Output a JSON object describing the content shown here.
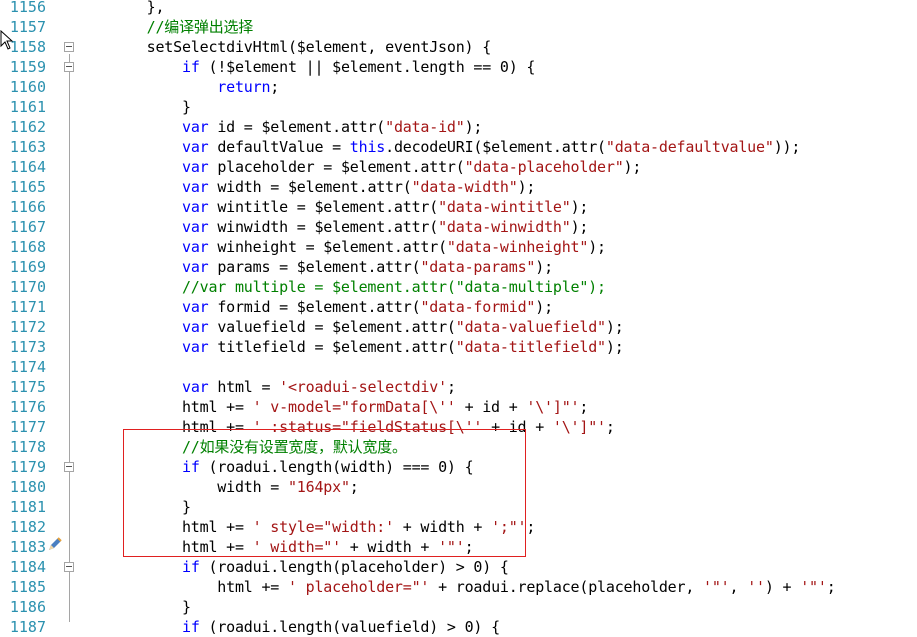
{
  "editor": {
    "first_line": 1156,
    "fold_lines": [
      1158,
      1159,
      1179,
      1184
    ],
    "highlight_lines": [
      1178,
      1179,
      1180,
      1181,
      1182,
      1183
    ],
    "edit_marker_line": 1183,
    "colors": {
      "keyword": "#0000ff",
      "string": "#a31515",
      "comment": "#008000",
      "line_number": "#2b91af",
      "highlight": "#e02020"
    },
    "lines": [
      {
        "number": "1156",
        "tokens": [
          {
            "t": "n",
            "v": "        },"
          }
        ]
      },
      {
        "number": "1157",
        "tokens": [
          {
            "t": "c",
            "v": "        //编译弹出选择"
          }
        ]
      },
      {
        "number": "1158",
        "tokens": [
          {
            "t": "n",
            "v": "        setSelectdivHtml($element, eventJson) {"
          }
        ]
      },
      {
        "number": "1159",
        "tokens": [
          {
            "t": "n",
            "v": "            "
          },
          {
            "t": "k",
            "v": "if"
          },
          {
            "t": "n",
            "v": " (!$element || $element.length == 0) {"
          }
        ]
      },
      {
        "number": "1160",
        "tokens": [
          {
            "t": "n",
            "v": "                "
          },
          {
            "t": "k",
            "v": "return"
          },
          {
            "t": "n",
            "v": ";"
          }
        ]
      },
      {
        "number": "1161",
        "tokens": [
          {
            "t": "n",
            "v": "            }"
          }
        ]
      },
      {
        "number": "1162",
        "tokens": [
          {
            "t": "n",
            "v": "            "
          },
          {
            "t": "k",
            "v": "var"
          },
          {
            "t": "n",
            "v": " id = $element.attr("
          },
          {
            "t": "s",
            "v": "\"data-id\""
          },
          {
            "t": "n",
            "v": ");"
          }
        ]
      },
      {
        "number": "1163",
        "tokens": [
          {
            "t": "n",
            "v": "            "
          },
          {
            "t": "k",
            "v": "var"
          },
          {
            "t": "n",
            "v": " defaultValue = "
          },
          {
            "t": "k",
            "v": "this"
          },
          {
            "t": "n",
            "v": ".decodeURI($element.attr("
          },
          {
            "t": "s",
            "v": "\"data-defaultvalue\""
          },
          {
            "t": "n",
            "v": "));"
          }
        ]
      },
      {
        "number": "1164",
        "tokens": [
          {
            "t": "n",
            "v": "            "
          },
          {
            "t": "k",
            "v": "var"
          },
          {
            "t": "n",
            "v": " placeholder = $element.attr("
          },
          {
            "t": "s",
            "v": "\"data-placeholder\""
          },
          {
            "t": "n",
            "v": ");"
          }
        ]
      },
      {
        "number": "1165",
        "tokens": [
          {
            "t": "n",
            "v": "            "
          },
          {
            "t": "k",
            "v": "var"
          },
          {
            "t": "n",
            "v": " width = $element.attr("
          },
          {
            "t": "s",
            "v": "\"data-width\""
          },
          {
            "t": "n",
            "v": ");"
          }
        ]
      },
      {
        "number": "1166",
        "tokens": [
          {
            "t": "n",
            "v": "            "
          },
          {
            "t": "k",
            "v": "var"
          },
          {
            "t": "n",
            "v": " wintitle = $element.attr("
          },
          {
            "t": "s",
            "v": "\"data-wintitle\""
          },
          {
            "t": "n",
            "v": ");"
          }
        ]
      },
      {
        "number": "1167",
        "tokens": [
          {
            "t": "n",
            "v": "            "
          },
          {
            "t": "k",
            "v": "var"
          },
          {
            "t": "n",
            "v": " winwidth = $element.attr("
          },
          {
            "t": "s",
            "v": "\"data-winwidth\""
          },
          {
            "t": "n",
            "v": ");"
          }
        ]
      },
      {
        "number": "1168",
        "tokens": [
          {
            "t": "n",
            "v": "            "
          },
          {
            "t": "k",
            "v": "var"
          },
          {
            "t": "n",
            "v": " winheight = $element.attr("
          },
          {
            "t": "s",
            "v": "\"data-winheight\""
          },
          {
            "t": "n",
            "v": ");"
          }
        ]
      },
      {
        "number": "1169",
        "tokens": [
          {
            "t": "n",
            "v": "            "
          },
          {
            "t": "k",
            "v": "var"
          },
          {
            "t": "n",
            "v": " params = $element.attr("
          },
          {
            "t": "s",
            "v": "\"data-params\""
          },
          {
            "t": "n",
            "v": ");"
          }
        ]
      },
      {
        "number": "1170",
        "tokens": [
          {
            "t": "c",
            "v": "            //var multiple = $element.attr(\"data-multiple\");"
          }
        ]
      },
      {
        "number": "1171",
        "tokens": [
          {
            "t": "n",
            "v": "            "
          },
          {
            "t": "k",
            "v": "var"
          },
          {
            "t": "n",
            "v": " formid = $element.attr("
          },
          {
            "t": "s",
            "v": "\"data-formid\""
          },
          {
            "t": "n",
            "v": ");"
          }
        ]
      },
      {
        "number": "1172",
        "tokens": [
          {
            "t": "n",
            "v": "            "
          },
          {
            "t": "k",
            "v": "var"
          },
          {
            "t": "n",
            "v": " valuefield = $element.attr("
          },
          {
            "t": "s",
            "v": "\"data-valuefield\""
          },
          {
            "t": "n",
            "v": ");"
          }
        ]
      },
      {
        "number": "1173",
        "tokens": [
          {
            "t": "n",
            "v": "            "
          },
          {
            "t": "k",
            "v": "var"
          },
          {
            "t": "n",
            "v": " titlefield = $element.attr("
          },
          {
            "t": "s",
            "v": "\"data-titlefield\""
          },
          {
            "t": "n",
            "v": ");"
          }
        ]
      },
      {
        "number": "1174",
        "tokens": []
      },
      {
        "number": "1175",
        "tokens": [
          {
            "t": "n",
            "v": "            "
          },
          {
            "t": "k",
            "v": "var"
          },
          {
            "t": "n",
            "v": " html = "
          },
          {
            "t": "s",
            "v": "'<roadui-selectdiv'"
          },
          {
            "t": "n",
            "v": ";"
          }
        ]
      },
      {
        "number": "1176",
        "tokens": [
          {
            "t": "n",
            "v": "            html += "
          },
          {
            "t": "s",
            "v": "' v-model=\"formData[\\''"
          },
          {
            "t": "n",
            "v": " + id + "
          },
          {
            "t": "s",
            "v": "'\\']\"'"
          },
          {
            "t": "n",
            "v": ";"
          }
        ]
      },
      {
        "number": "1177",
        "tokens": [
          {
            "t": "n",
            "v": "            html += "
          },
          {
            "t": "s",
            "v": "' :status=\"fieldStatus[\\''"
          },
          {
            "t": "n",
            "v": " + id + "
          },
          {
            "t": "s",
            "v": "'\\']\"'"
          },
          {
            "t": "n",
            "v": ";"
          }
        ]
      },
      {
        "number": "1178",
        "tokens": [
          {
            "t": "c",
            "v": "            //如果没有设置宽度，默认宽度。"
          }
        ]
      },
      {
        "number": "1179",
        "tokens": [
          {
            "t": "n",
            "v": "            "
          },
          {
            "t": "k",
            "v": "if"
          },
          {
            "t": "n",
            "v": " (roadui.length(width) === 0) {"
          }
        ]
      },
      {
        "number": "1180",
        "tokens": [
          {
            "t": "n",
            "v": "                width = "
          },
          {
            "t": "s",
            "v": "\"164px\""
          },
          {
            "t": "n",
            "v": ";"
          }
        ]
      },
      {
        "number": "1181",
        "tokens": [
          {
            "t": "n",
            "v": "            }"
          }
        ]
      },
      {
        "number": "1182",
        "tokens": [
          {
            "t": "n",
            "v": "            html += "
          },
          {
            "t": "s",
            "v": "' style=\"width:'"
          },
          {
            "t": "n",
            "v": " + width + "
          },
          {
            "t": "s",
            "v": "';\"'"
          },
          {
            "t": "n",
            "v": ";"
          }
        ]
      },
      {
        "number": "1183",
        "tokens": [
          {
            "t": "n",
            "v": "            html += "
          },
          {
            "t": "s",
            "v": "' width=\"'"
          },
          {
            "t": "n",
            "v": " + width + "
          },
          {
            "t": "s",
            "v": "'\"'"
          },
          {
            "t": "n",
            "v": ";"
          }
        ]
      },
      {
        "number": "1184",
        "tokens": [
          {
            "t": "n",
            "v": "            "
          },
          {
            "t": "k",
            "v": "if"
          },
          {
            "t": "n",
            "v": " (roadui.length(placeholder) > 0) {"
          }
        ]
      },
      {
        "number": "1185",
        "tokens": [
          {
            "t": "n",
            "v": "                html += "
          },
          {
            "t": "s",
            "v": "' placeholder=\"'"
          },
          {
            "t": "n",
            "v": " + roadui.replace(placeholder, "
          },
          {
            "t": "s",
            "v": "'\"'"
          },
          {
            "t": "n",
            "v": ", "
          },
          {
            "t": "s",
            "v": "''"
          },
          {
            "t": "n",
            "v": ") + "
          },
          {
            "t": "s",
            "v": "'\"'"
          },
          {
            "t": "n",
            "v": ";"
          }
        ]
      },
      {
        "number": "1186",
        "tokens": [
          {
            "t": "n",
            "v": "            }"
          }
        ]
      },
      {
        "number": "1187",
        "tokens": [
          {
            "t": "n",
            "v": "            "
          },
          {
            "t": "k",
            "v": "if"
          },
          {
            "t": "n",
            "v": " (roadui.length(valuefield) > 0) {"
          }
        ]
      }
    ]
  }
}
